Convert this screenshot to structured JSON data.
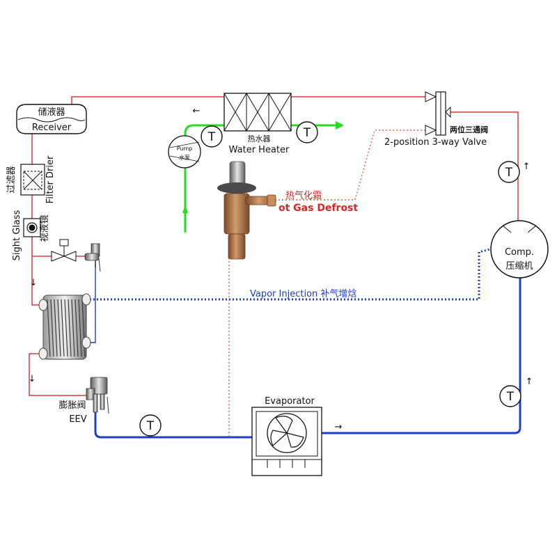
{
  "labels": {
    "receiver_cn": "储液器",
    "receiver_en": "Receiver",
    "filter_cn": "过滤器",
    "filter_en": "Filter Drier",
    "sight_en": "Sight Glass",
    "sight_cn": "视液镜",
    "pump_en": "Pump",
    "pump_cn": "水泵",
    "heater_cn": "热水器",
    "heater_en": "Water Heater",
    "defrost_cn": "热气化霜",
    "defrost_en": "ot Gas Defrost",
    "valve_cn": "两位三通阀",
    "valve_en": "2-position 3-way Valve",
    "comp_en": "Comp.",
    "comp_cn": "压缩机",
    "vapor_injection": "Vapor Injection  补气增焓",
    "eev_cn": "膨胀阀",
    "eev_en": "EEV",
    "evaporator": "Evaporator"
  },
  "sensor_symbol": "T",
  "arrows": {
    "left": "←",
    "right": "→",
    "up": "↑",
    "down": "↓"
  },
  "colors": {
    "high_pressure_line": "#d9393b",
    "low_pressure_line": "#1f3ccc",
    "water_line": "#22dd22",
    "defrost_text": "#e02424",
    "injection_text": "#1f3ccc",
    "brass": "#b8774a"
  },
  "icons": [
    "receiver-icon",
    "filter-drier-icon",
    "sight-glass-icon",
    "solenoid-valve-icon",
    "plate-heat-exchanger-icon",
    "eev-icon",
    "pump-icon",
    "water-heater-icon",
    "hot-gas-valve-icon",
    "three-way-valve-icon",
    "compressor-icon",
    "evaporator-fan-icon",
    "temperature-sensor-icon"
  ]
}
